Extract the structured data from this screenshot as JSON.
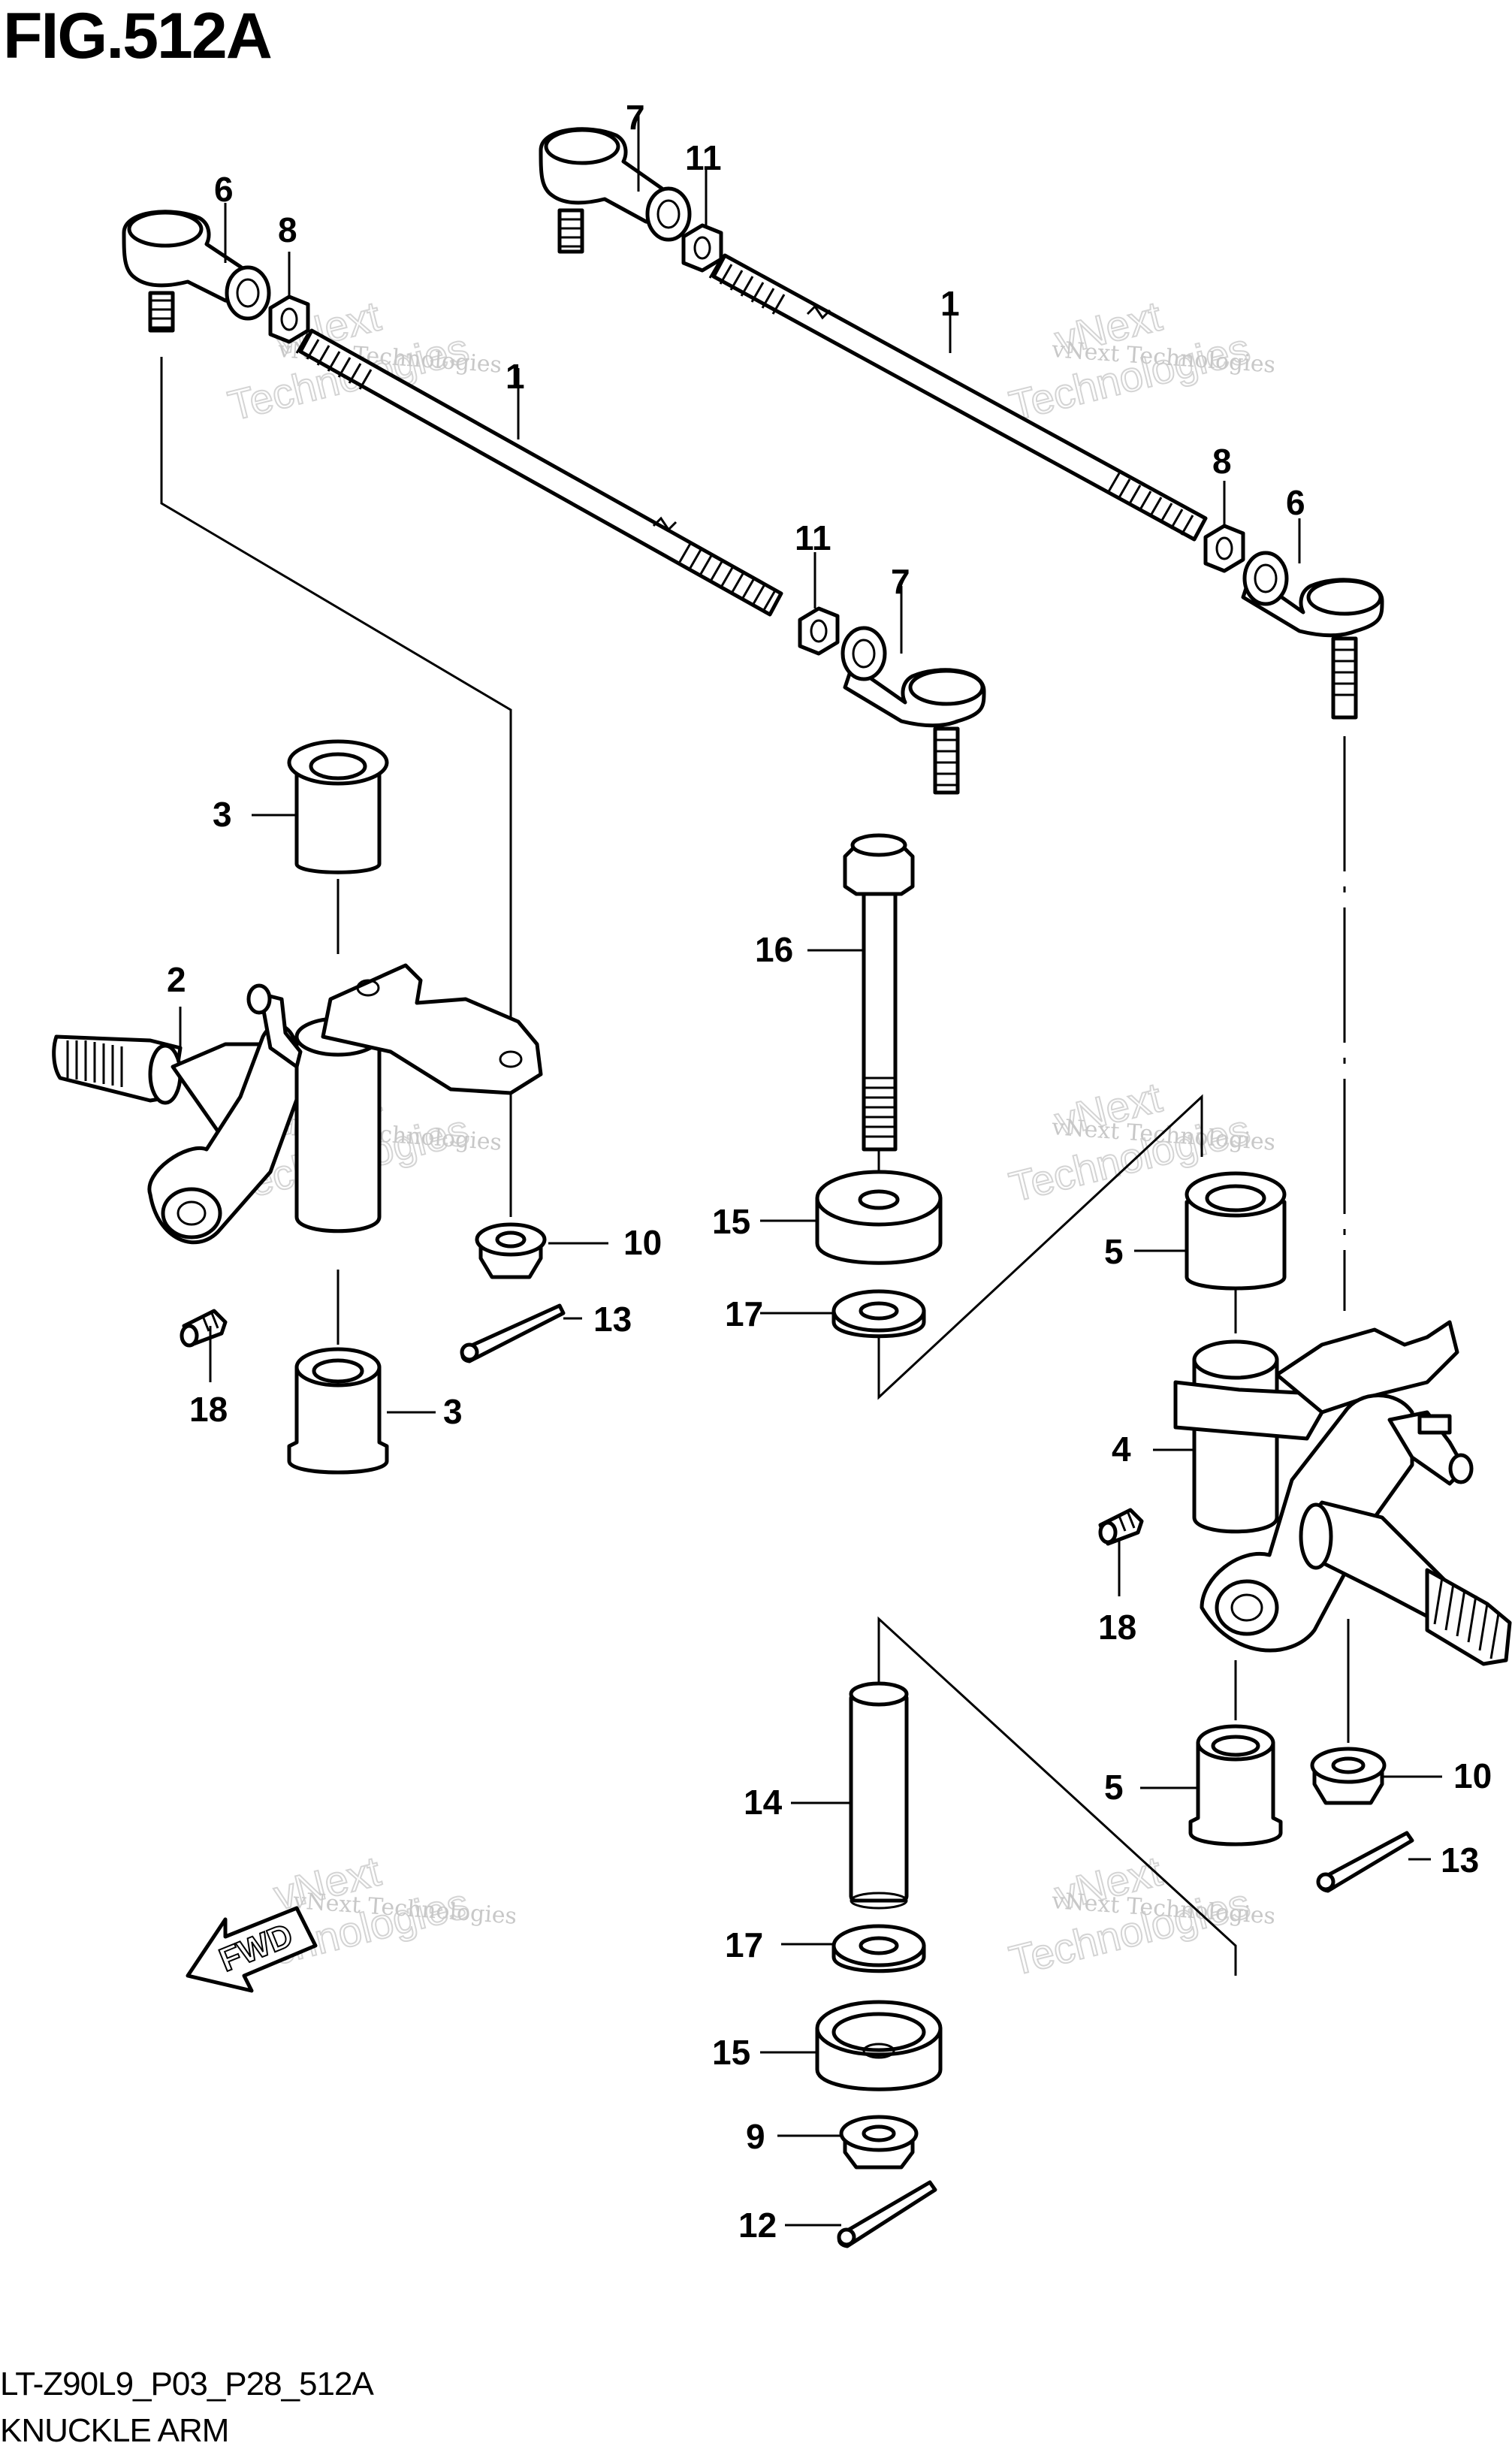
{
  "figure": {
    "title": "FIG.512A",
    "model_code": "LT-Z90L9_P03_P28_512A",
    "name": "KNUCKLE ARM"
  },
  "callouts": {
    "c1a": "1",
    "c1b": "1",
    "c2": "2",
    "c3a": "3",
    "c3b": "3",
    "c4": "4",
    "c5a": "5",
    "c5b": "5",
    "c6a": "6",
    "c6b": "6",
    "c7a": "7",
    "c7b": "7",
    "c8a": "8",
    "c8b": "8",
    "c9": "9",
    "c10a": "10",
    "c10b": "10",
    "c11a": "11",
    "c11b": "11",
    "c12": "12",
    "c13a": "13",
    "c13b": "13",
    "c14": "14",
    "c15a": "15",
    "c15b": "15",
    "c16": "16",
    "c17a": "17",
    "c17b": "17",
    "c18a": "18",
    "c18b": "18"
  },
  "fwd_arrow": {
    "label": "FWD"
  },
  "watermark": {
    "line1": "vNext Technologies",
    "line2": "Technologies",
    "line3": "vNext"
  }
}
